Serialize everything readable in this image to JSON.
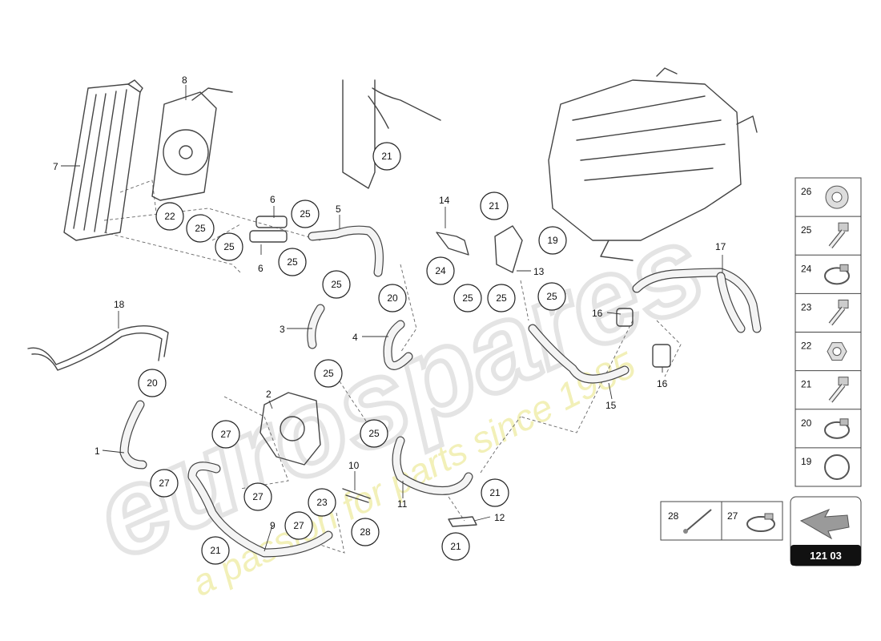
{
  "watermark": {
    "brand": "eurospares",
    "slogan": "a passion for parts since 1985"
  },
  "callouts": [
    {
      "id": "c21a",
      "num": "21"
    },
    {
      "id": "c22",
      "num": "22"
    },
    {
      "id": "c25a",
      "num": "25"
    },
    {
      "id": "c25b",
      "num": "25"
    },
    {
      "id": "c25c",
      "num": "25"
    },
    {
      "id": "c25d",
      "num": "25"
    },
    {
      "id": "c25e",
      "num": "25"
    },
    {
      "id": "c21b",
      "num": "21"
    },
    {
      "id": "c19",
      "num": "19"
    },
    {
      "id": "c24",
      "num": "24"
    },
    {
      "id": "c20a",
      "num": "20"
    },
    {
      "id": "c25f",
      "num": "25"
    },
    {
      "id": "c25g",
      "num": "25"
    },
    {
      "id": "c25h",
      "num": "25"
    },
    {
      "id": "c25i",
      "num": "25"
    },
    {
      "id": "c20b",
      "num": "20"
    },
    {
      "id": "c27a",
      "num": "27"
    },
    {
      "id": "c27b",
      "num": "27"
    },
    {
      "id": "c27c",
      "num": "27"
    },
    {
      "id": "c27d",
      "num": "27"
    },
    {
      "id": "c25j",
      "num": "25"
    },
    {
      "id": "c23",
      "num": "23"
    },
    {
      "id": "c28",
      "num": "28"
    },
    {
      "id": "c21c",
      "num": "21"
    },
    {
      "id": "c21d",
      "num": "21"
    },
    {
      "id": "c21e",
      "num": "21"
    }
  ],
  "labels": {
    "l7": "7",
    "l8": "8",
    "l6a": "6",
    "l6b": "6",
    "l5": "5",
    "l14": "14",
    "l13": "13",
    "l17": "17",
    "l18": "18",
    "l3": "3",
    "l4": "4",
    "l16a": "16",
    "l16b": "16",
    "l15": "15",
    "l2": "2",
    "l1": "1",
    "l10": "10",
    "l11": "11",
    "l12": "12",
    "l9": "9"
  },
  "side_legend": [
    {
      "num": "26",
      "icon": "pulley-icon"
    },
    {
      "num": "25",
      "icon": "bolt-icon"
    },
    {
      "num": "24",
      "icon": "hose-clamp-icon"
    },
    {
      "num": "23",
      "icon": "screw-icon"
    },
    {
      "num": "22",
      "icon": "flange-nut-icon"
    },
    {
      "num": "21",
      "icon": "screw-icon"
    },
    {
      "num": "20",
      "icon": "hose-clamp-icon"
    },
    {
      "num": "19",
      "icon": "o-ring-icon"
    }
  ],
  "bottom_legend": [
    {
      "num": "28",
      "icon": "cable-tie-icon"
    },
    {
      "num": "27",
      "icon": "hose-clamp-icon"
    }
  ],
  "page_code": "121 03",
  "colors": {
    "line": "#444444",
    "watermark": "#e6e6e6",
    "slogan": "#f2f0b8",
    "badge": "#111111"
  }
}
